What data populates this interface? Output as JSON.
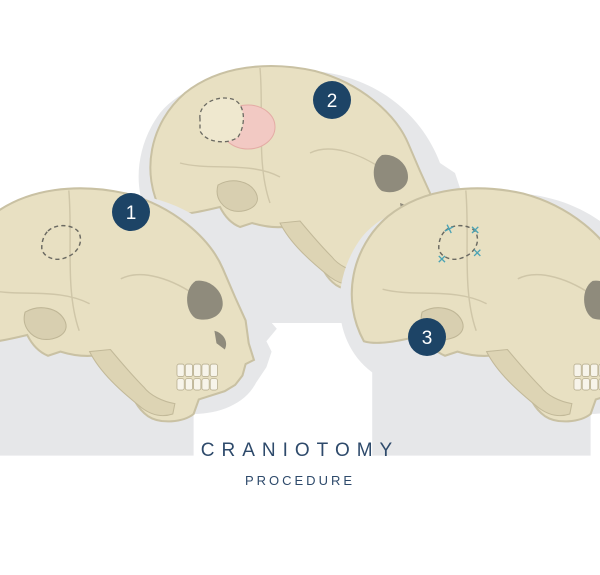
{
  "title": "CRANIOTOMY",
  "subtitle": "PROCEDURE",
  "colors": {
    "badge": "#1d4466",
    "badge_text": "#ffffff",
    "skull": "#e8e0c2",
    "skull_outline": "#c9c1a3",
    "head_silhouette": "#e6e7e9",
    "bone_flap_highlight": "#f2c9c3",
    "suture": "#4ba3b4",
    "title": "#2e4a6b"
  },
  "steps": [
    {
      "number": "1"
    },
    {
      "number": "2"
    },
    {
      "number": "3"
    }
  ]
}
